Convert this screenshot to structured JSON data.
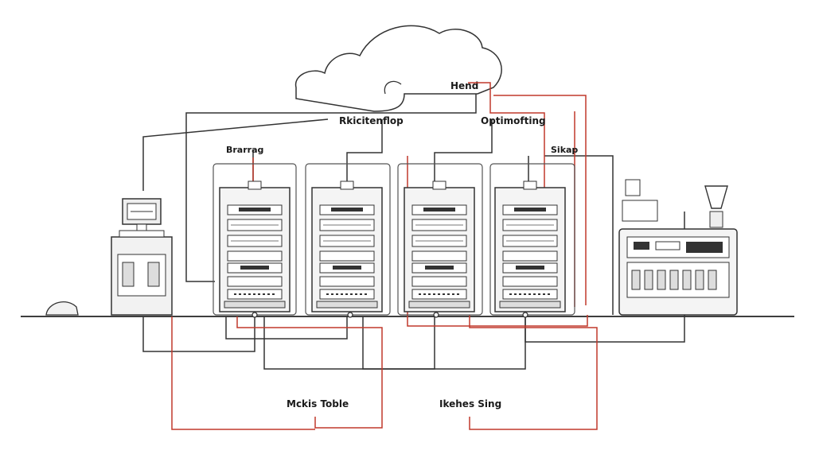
{
  "labels": {
    "cloud_label": "Hend",
    "top_left_label": "Rkicitenflop",
    "top_right_label": "Optimofting",
    "rack1_label": "Brarrag",
    "rack4_label": "Sikap",
    "bottom_left_label": "Mckis Toble",
    "bottom_right_label": "Ikehes Sing"
  },
  "colors": {
    "line": "#333333",
    "accent": "#c0392b",
    "panel": "#eeeeee"
  },
  "icons": [
    "cloud-icon",
    "monitor-icon",
    "terminal-icon",
    "server-rack-icon",
    "control-console-icon",
    "trophy-icon",
    "rock-icon"
  ]
}
